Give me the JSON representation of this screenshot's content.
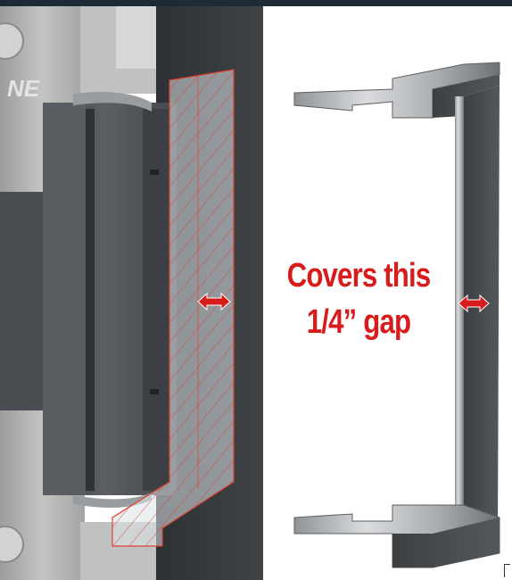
{
  "image": {
    "caption_line1": "Covers this",
    "caption_line2": "1/4” gap",
    "brand_fragment": "NE",
    "colors": {
      "accent_red": "#d81c1c",
      "brushed_metal": "#b6b6b6",
      "strike_body": "#4c5055",
      "door_frame": "#383b3e",
      "top_bar": "#1e2a36"
    },
    "icons": [
      "double-arrow-icon",
      "double-arrow-icon"
    ]
  }
}
